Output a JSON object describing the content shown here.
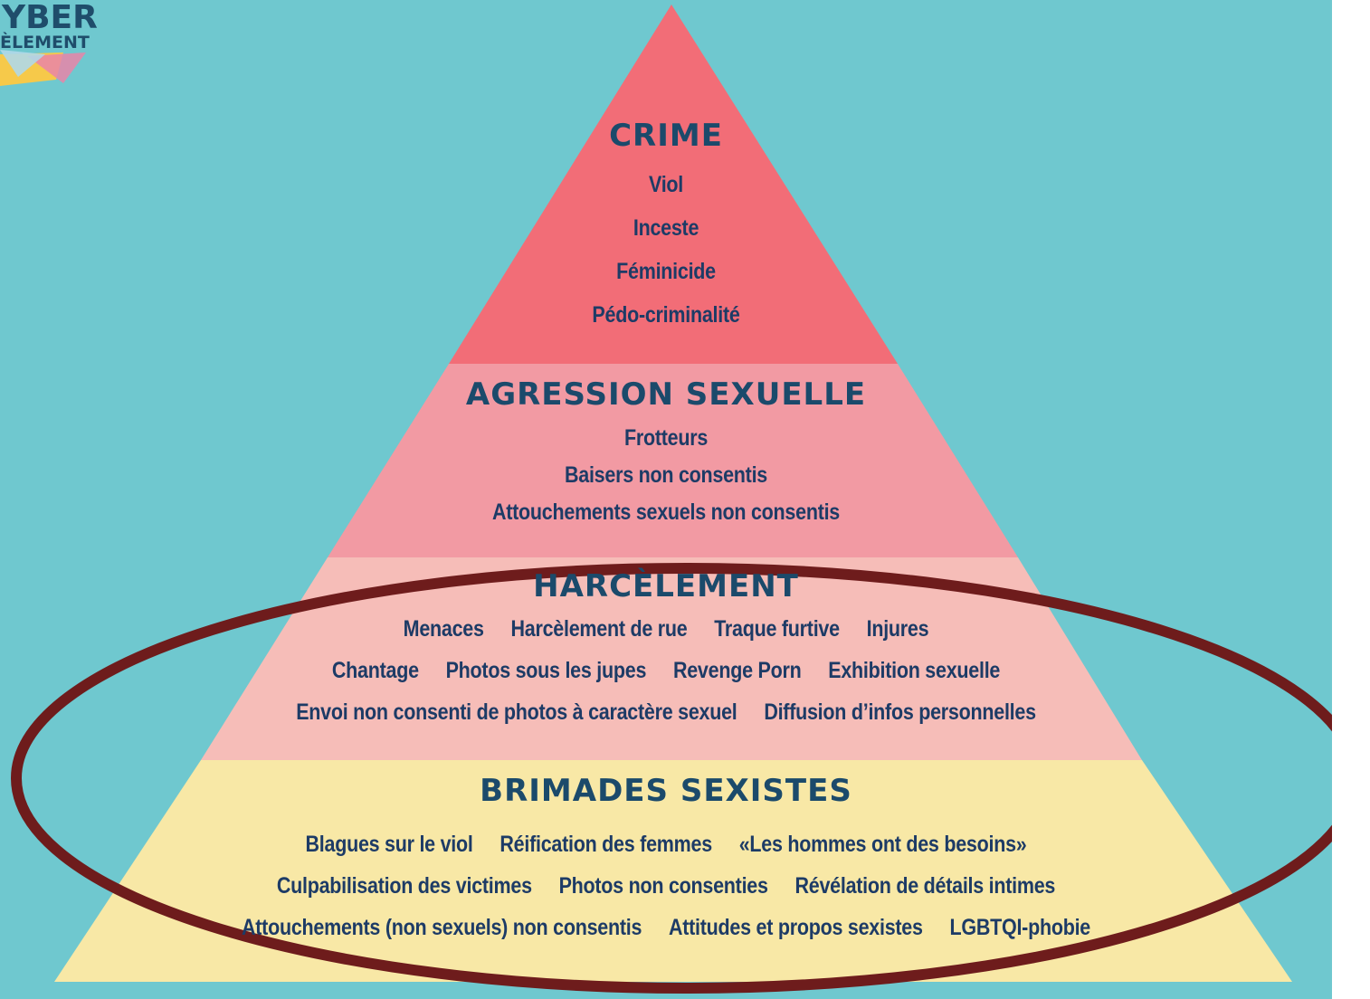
{
  "logo": {
    "line1": "YBER",
    "line2": "ÈLEMENT"
  },
  "pyramid": {
    "levels": [
      {
        "heading": "CRIME",
        "color": "#f26d77",
        "items": [
          [
            "Viol"
          ],
          [
            "Inceste"
          ],
          [
            "Féminicide"
          ],
          [
            "Pédo-criminalité"
          ]
        ]
      },
      {
        "heading": "AGRESSION SEXUELLE",
        "color": "#f29aa3",
        "items": [
          [
            "Frotteurs"
          ],
          [
            "Baisers non consentis"
          ],
          [
            "Attouchements sexuels non consentis"
          ]
        ]
      },
      {
        "heading": "HARCÈLEMENT",
        "color": "#f6bdb8",
        "items": [
          [
            "Menaces",
            "Harcèlement de rue",
            "Traque furtive",
            "Injures"
          ],
          [
            "Chantage",
            "Photos sous les jupes",
            "Revenge Porn",
            "Exhibition sexuelle"
          ],
          [
            "Envoi non consenti de photos à caractère sexuel",
            "Diffusion d’infos personnelles"
          ]
        ]
      },
      {
        "heading": "BRIMADES SEXISTES",
        "color": "#f8e8a6",
        "items": [
          [
            "Blagues sur le viol",
            "Réification des femmes",
            "«Les hommes ont des besoins»"
          ],
          [
            "Culpabilisation des victimes",
            "Photos non consenties",
            "Révélation de détails intimes"
          ],
          [
            "Attouchements (non sexuels) non consentis",
            "Attitudes et propos sexistes",
            "LGBTQI-phobie"
          ]
        ]
      }
    ]
  },
  "highlight_color": "#6e1c1c",
  "background_color": "#6fc8cf"
}
